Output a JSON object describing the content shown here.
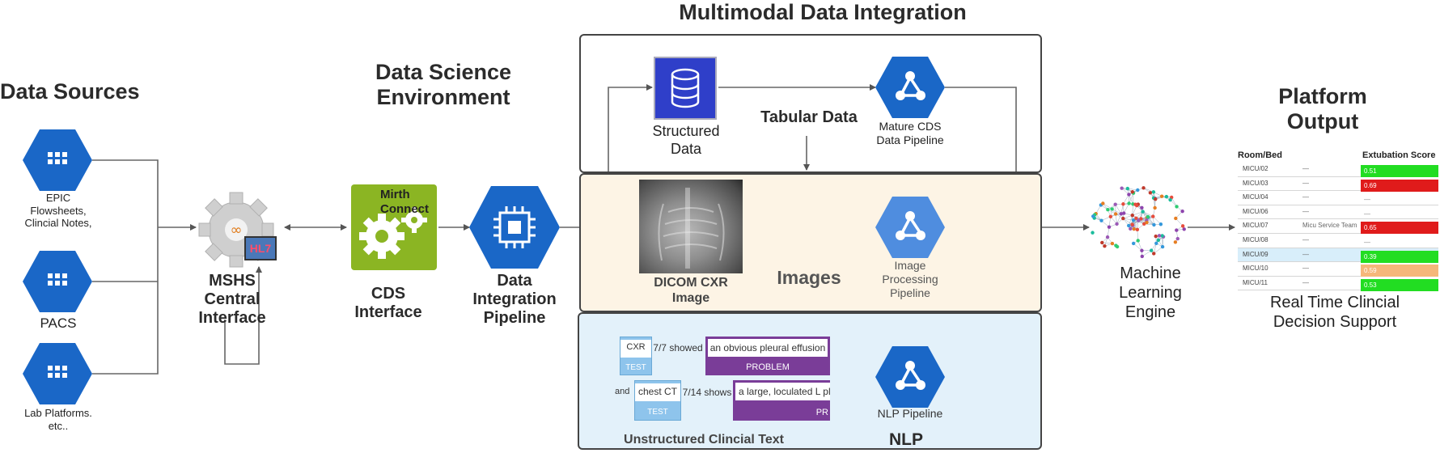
{
  "title": "Multimodal Data Integration",
  "sections": {
    "data_sources": "Data Sources",
    "data_science_env": "Data Science Environment",
    "platform_output": "Platform Output"
  },
  "sources": {
    "epic": "EPIC Flowsheets, Clincial Notes,",
    "pacs": "PACS",
    "lab": "Lab Platforms. etc.."
  },
  "interface": {
    "mshs": "MSHS Central Interface",
    "hl7": "HL7"
  },
  "cds": {
    "mirth": "Mirth Connect",
    "label": "CDS Interface"
  },
  "dip": {
    "label": "Data Integration Pipeline"
  },
  "tabular": {
    "structured": "Structured Data",
    "heading": "Tabular Data",
    "pipeline": "Mature CDS Data Pipeline"
  },
  "images": {
    "dicom": "DICOM CXR Image",
    "heading": "Images",
    "pipeline": "Image Processing Pipeline"
  },
  "nlp": {
    "row1": {
      "test": "CXR",
      "test_tag": "TEST",
      "text": "7/7 showed",
      "problem": "an obvious pleural effusion",
      "problem_tag": "PROBLEM"
    },
    "row2": {
      "prefix": "and",
      "test": "chest CT",
      "test_tag": "TEST",
      "text": "7/14 shows",
      "problem": "a large, loculated L ple",
      "problem_tag": "PR"
    },
    "pipeline": "NLP Pipeline",
    "unstructured": "Unstructured Clincial Text",
    "heading": "NLP"
  },
  "ml": {
    "label": "Machine Learning Engine"
  },
  "output": {
    "col_room": "Room/Bed",
    "col_score": "Extubation Score",
    "rows": [
      {
        "room": "MICU/02",
        "team": "—",
        "score": "0.51",
        "color": "#22dd22"
      },
      {
        "room": "MICU/03",
        "team": "—",
        "score": "0.69",
        "color": "#e01b1b"
      },
      {
        "room": "MICU/04",
        "team": "—",
        "score": "—",
        "color": ""
      },
      {
        "room": "MICU/06",
        "team": "—",
        "score": "—",
        "color": ""
      },
      {
        "room": "MICU/07",
        "team": "Micu Service Team",
        "score": "0.65",
        "color": "#e01b1b"
      },
      {
        "room": "MICU/08",
        "team": "—",
        "score": "—",
        "color": ""
      },
      {
        "room": "MICU/09",
        "team": "—",
        "score": "0.39",
        "color": "#22dd22"
      },
      {
        "room": "MICU/10",
        "team": "—",
        "score": "0.59",
        "color": "#f5b77a"
      },
      {
        "room": "MICU/11",
        "team": "—",
        "score": "0.53",
        "color": "#22dd22"
      }
    ],
    "caption": "Real Time Clincial Decision Support"
  },
  "colors": {
    "hex_blue": "#1a67c7",
    "hex_light": "#4f8ddf",
    "mirth_green": "#8bb523",
    "images_bg": "#fdf4e5",
    "nlp_bg": "#e3f1fa",
    "structured_blue": "#2f3fc9",
    "problem_purple": "#7a3d98",
    "test_blue": "#8ec4ec"
  }
}
